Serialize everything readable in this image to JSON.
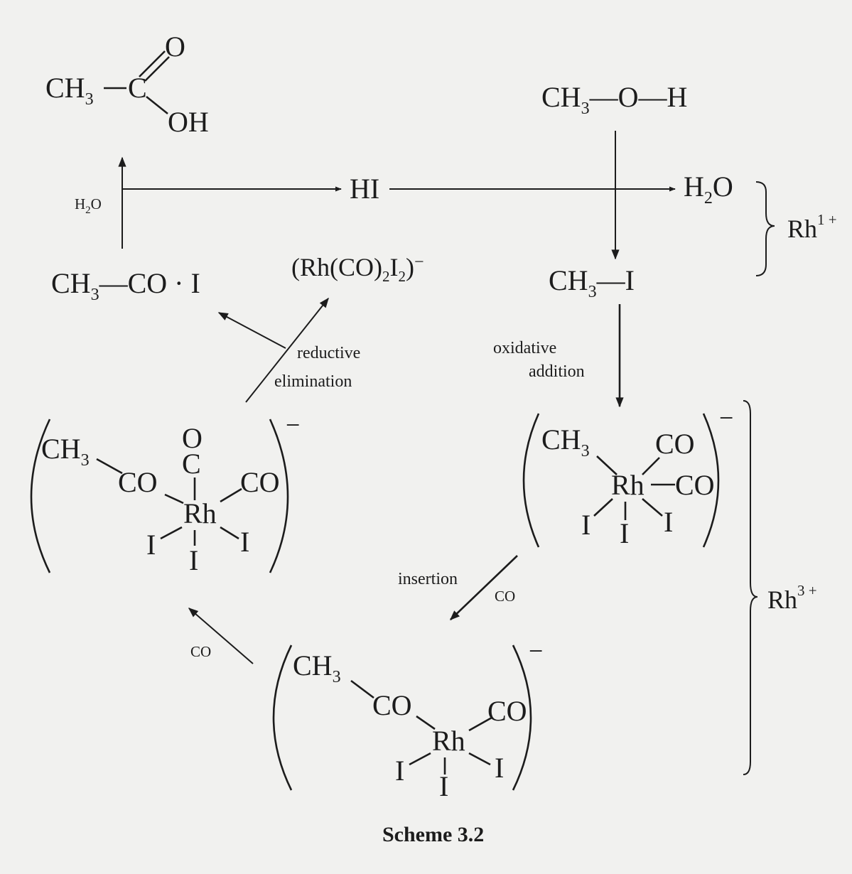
{
  "species": {
    "acetic_acid": {
      "ch3": "CH",
      "sub3": "3",
      "c": "C",
      "o": "O",
      "oh": "OH"
    },
    "methanol": {
      "formula": "CH",
      "sub3": "3",
      "rest": "—O—H"
    },
    "hi": "HI",
    "water": {
      "h": "H",
      "sub2": "2",
      "o": "O"
    },
    "methyl_iodide": {
      "ch3": "CH",
      "sub3": "3",
      "rest": "—I"
    },
    "acetyl_iodide": {
      "ch3": "CH",
      "sub3": "3",
      "rest": "—CO · I"
    },
    "rh_catalyst": {
      "open": "(Rh(CO)",
      "sub2a": "2",
      "i": "I",
      "sub2b": "2",
      "close": ")",
      "charge": "−"
    }
  },
  "labels": {
    "h2o_small": {
      "h": "H",
      "sub2": "2",
      "o": "O"
    },
    "reductive": "reductive",
    "elimination": "elimination",
    "oxidative": "oxidative",
    "addition": "addition",
    "insertion": "insertion",
    "co_insertion": "CO",
    "co_add": "CO",
    "rh1": {
      "rh": "Rh",
      "sup": "1 +"
    },
    "rh3": {
      "rh": "Rh",
      "sup": "3 +"
    }
  },
  "complexes": {
    "left": {
      "ch3": "CH",
      "sub3": "3",
      "co_acyl": "CO",
      "o_top": "O",
      "c_top": "C",
      "co_right": "CO",
      "rh": "Rh",
      "i_left": "I",
      "i_right": "I",
      "i_bottom": "I",
      "charge": "−"
    },
    "right": {
      "ch3": "CH",
      "sub3": "3",
      "co_top": "CO",
      "co_right": "CO",
      "rh": "Rh",
      "i_left": "I",
      "i_mid": "I",
      "i_right": "I",
      "charge": "−"
    },
    "bottom": {
      "ch3": "CH",
      "sub3": "3",
      "co_acyl": "CO",
      "co_right": "CO",
      "rh": "Rh",
      "i_left": "I",
      "i_mid": "I",
      "i_right": "I",
      "charge": "−"
    }
  },
  "caption": "Scheme 3.2"
}
